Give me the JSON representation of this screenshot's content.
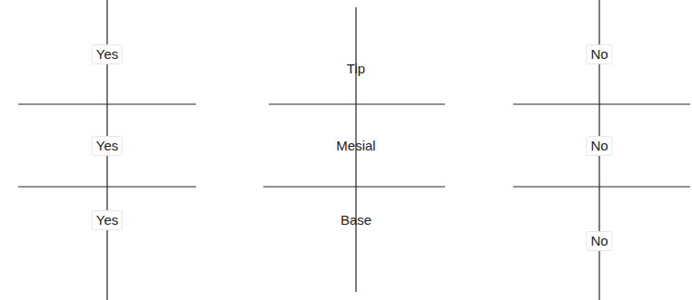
{
  "diagram": {
    "nodes": [
      {
        "text": [
          "Yes",
          "Yes",
          "Yes"
        ]
      },
      {
        "text": [
          "Tip",
          "Mesial",
          "Base"
        ]
      },
      {
        "text": [
          "No",
          "No",
          "No"
        ]
      }
    ]
  }
}
